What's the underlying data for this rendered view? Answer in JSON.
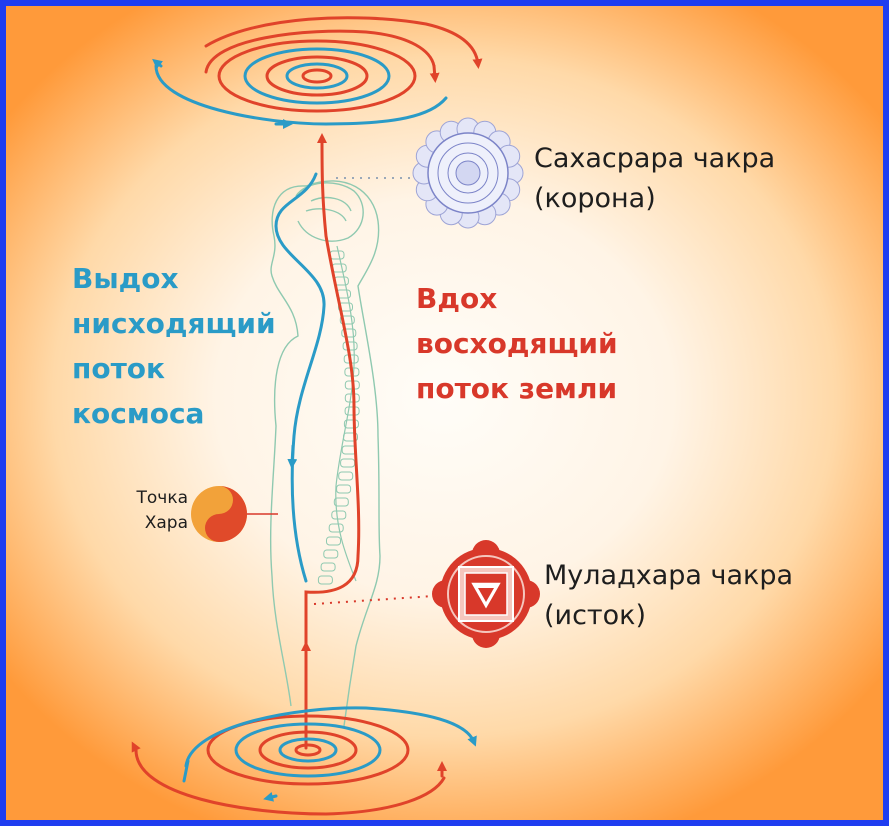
{
  "exhale_label": {
    "line1": "Выдох",
    "line2": "нисходящий",
    "line3": "поток",
    "line4": "космоса"
  },
  "inhale_label": {
    "line1": "Вдох",
    "line2": "восходящий",
    "line3": "поток земли"
  },
  "sahasrara": {
    "name": "Сахасрара чакра",
    "note": "(корона)"
  },
  "muladhara": {
    "name": "Муладхара чакра",
    "note": "(исток)"
  },
  "hara": {
    "line1": "Точка",
    "line2": "Хара"
  },
  "colors": {
    "ascending_red": "#e0432a",
    "descending_blue": "#2a9bc7",
    "frame_blue": "#1f3df0",
    "background_orange": "#ff9a3a",
    "body_outline": "#8fc9b0"
  },
  "icons": [
    "sahasrara-chakra-icon",
    "muladhara-chakra-icon",
    "yin-yang-icon"
  ]
}
